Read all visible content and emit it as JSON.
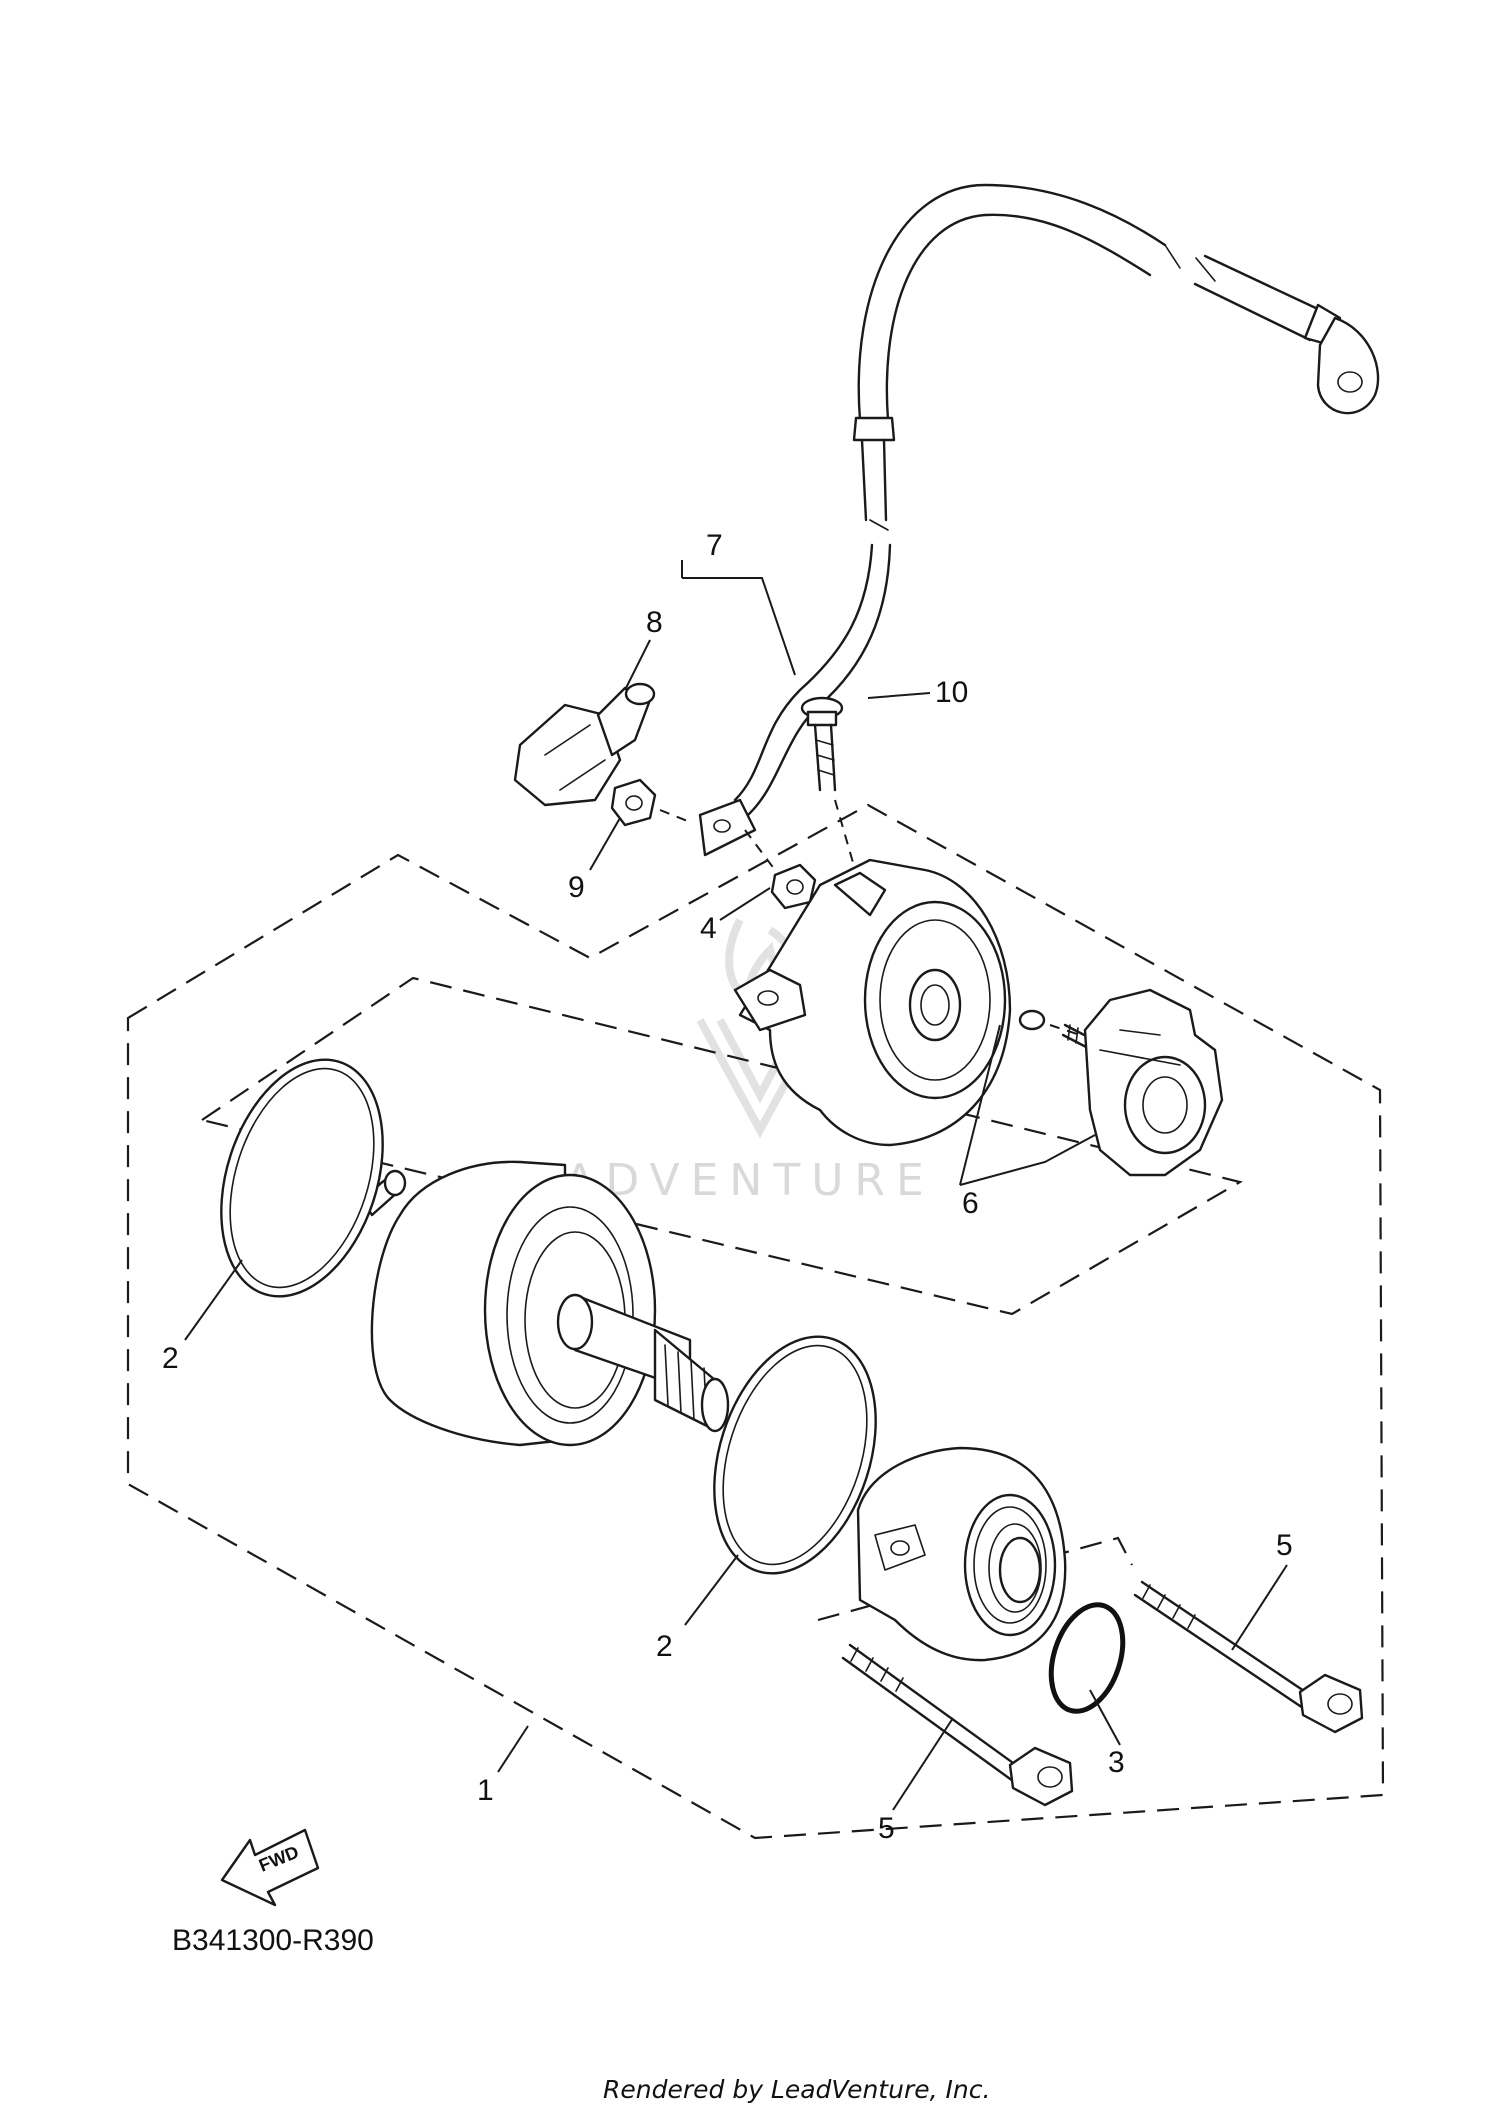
{
  "diagram": {
    "code": "B341300-R390",
    "footer": "Rendered by LeadVenture, Inc.",
    "watermark": "LEADVENTURE",
    "fwd_label": "FWD",
    "callouts": {
      "c1": "1",
      "c2a": "2",
      "c2b": "2",
      "c3": "3",
      "c4": "4",
      "c5a": "5",
      "c5b": "5",
      "c6": "6",
      "c7": "7",
      "c8": "8",
      "c9": "9",
      "c10": "10"
    },
    "colors": {
      "line": "#1a1a1a",
      "watermark": "#d9d9d9"
    }
  }
}
